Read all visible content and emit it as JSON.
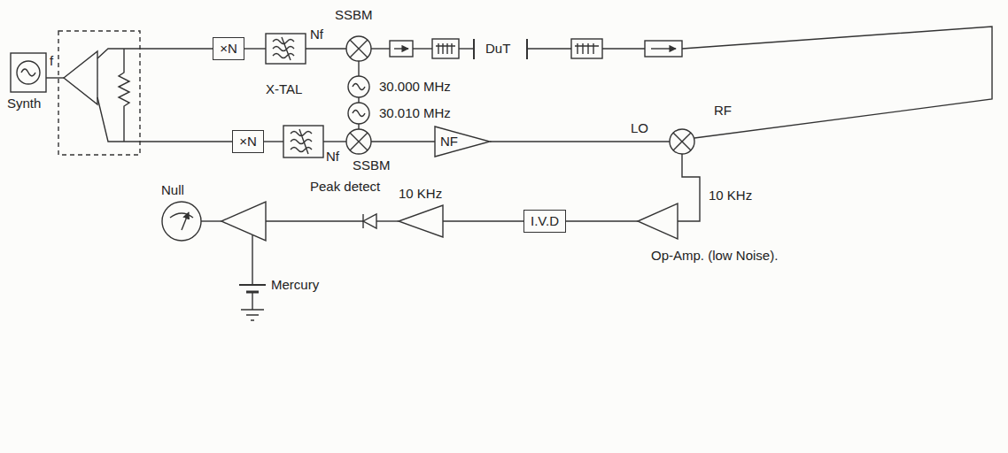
{
  "diagram": {
    "nodes": [
      {
        "text": [
          "×N"
        ]
      },
      {
        "text": [
          "×N"
        ]
      },
      {
        "text": [
          "NF"
        ]
      },
      {
        "text": [
          "I.V.D"
        ]
      }
    ],
    "labels": [
      "SSBM",
      "Nf",
      "X-TAL",
      "30.000 MHz",
      "30.010 MHz",
      "DuT",
      "f",
      "Synth",
      "Nf",
      "SSBM",
      "LO",
      "RF",
      "Null",
      "Peak detect",
      "10 KHz",
      "10 KHz",
      "Op-Amp. (low Noise).",
      "Mercury"
    ]
  }
}
